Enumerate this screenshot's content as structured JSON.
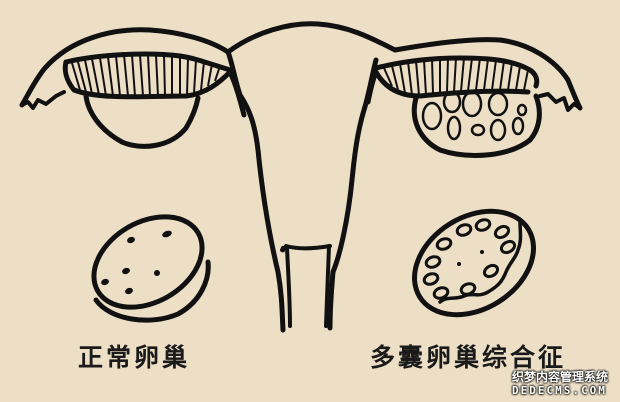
{
  "figure": {
    "background_color": "#ecdfc6",
    "line_color": "#111111",
    "subject": "uterus-and-ovaries-comparison"
  },
  "labels": {
    "normal_ovary": "正常卵巢",
    "pcos_ovary": "多囊卵巢综合征"
  },
  "watermark": {
    "text_cn": "织梦内容管理系统",
    "text_en": "DEDECMS.COM"
  }
}
